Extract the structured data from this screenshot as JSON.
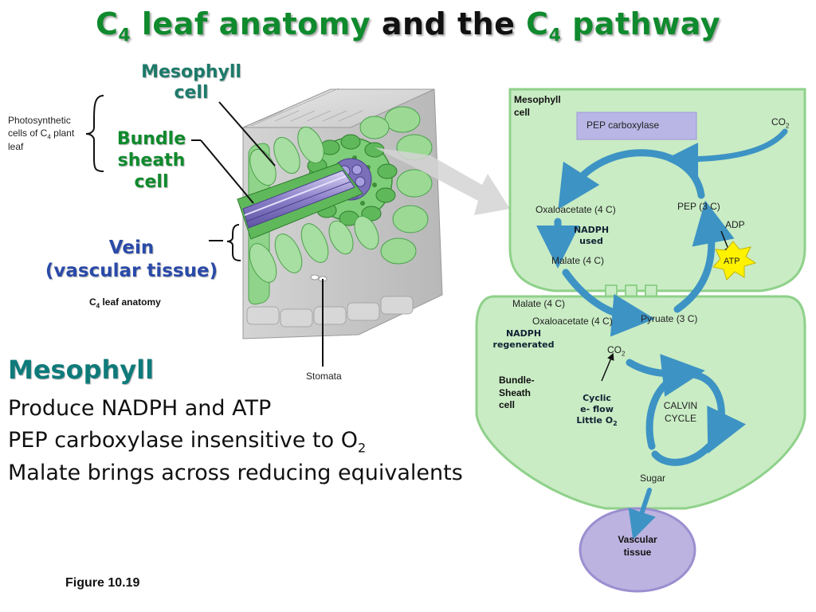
{
  "title": {
    "part1": "C",
    "part1_sub": "4",
    "part2": " leaf anatomy",
    "part3": " and the ",
    "part4": "C",
    "part4_sub": "4",
    "part5": " pathway"
  },
  "anatomy": {
    "photosynthetic_cells_label_1": "Photosynthetic",
    "photosynthetic_cells_label_2": "cells of C",
    "photosynthetic_cells_label_sub": "4",
    "photosynthetic_cells_label_3": " plant",
    "photosynthetic_cells_label_4": "leaf",
    "mesophyll_cell_line1": "Mesophyll",
    "mesophyll_cell_line2": "cell",
    "bundle_sheath_line1": "Bundle",
    "bundle_sheath_line2": "sheath",
    "bundle_sheath_line3": "cell",
    "vein_line1": "Vein",
    "vein_line2": "(vascular tissue)",
    "caption_c": "C",
    "caption_sub": "4",
    "caption_rest": " leaf anatomy",
    "stomata": "Stomata"
  },
  "pathway": {
    "mesophyll_cell_line1": "Mesophyll",
    "mesophyll_cell_line2": "cell",
    "pep_carboxylase": "PEP carboxylase",
    "co2_top": "CO",
    "co2_top_sub": "2",
    "oxaloacetate_top": "Oxaloacetate (4 C)",
    "pep": "PEP (3 C)",
    "adp": "ADP",
    "atp": "ATP",
    "nadph_used_1": "NADPH",
    "nadph_used_2": "used",
    "malate_top": "Malate (4 C)",
    "malate_bs": "Malate (4 C)",
    "oxaloacetate_bs": "Oxaloacetate (4 C)",
    "pyruvate": "Pyruate (3 C)",
    "nadph_regen_1": "NADPH",
    "nadph_regen_2": "regenerated",
    "co2_bs": "CO",
    "co2_bs_sub": "2",
    "bundle_sheath_line1": "Bundle-",
    "bundle_sheath_line2": "Sheath",
    "bundle_sheath_line3": "cell",
    "cyclic_1": "Cyclic",
    "cyclic_2": "e- flow",
    "cyclic_3": "Little O",
    "cyclic_3_sub": "2",
    "calvin_1": "CALVIN",
    "calvin_2": "CYCLE",
    "sugar": "Sugar",
    "vascular_1": "Vascular",
    "vascular_2": "tissue"
  },
  "notes": {
    "heading": "Mesophyll",
    "line1": "Produce NADPH and ATP",
    "line2_main": "PEP carboxylase insensitive to O",
    "line2_sub": "2",
    "line3": "Malate brings across reducing equivalents"
  },
  "figure_label": "Figure 10.19",
  "colors": {
    "title_green": "#0f8a2d",
    "cell_fill": "#c9ecc4",
    "cell_stroke": "#7fcf7f",
    "arrow_blue": "#3d93c4",
    "pep_box": "#b9b6e6",
    "vascular_fill": "#bdb3e0",
    "atp_star": "#fff200"
  }
}
